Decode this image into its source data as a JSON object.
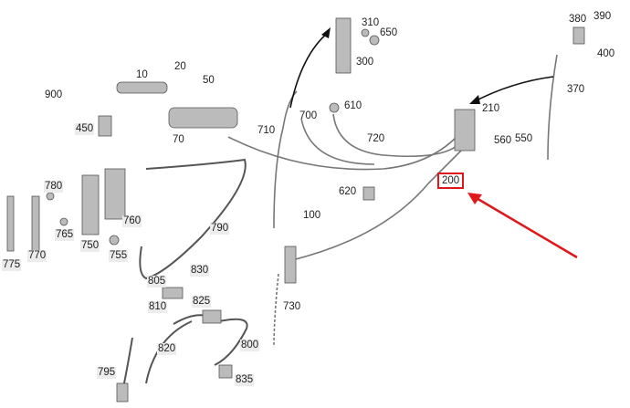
{
  "accent_color": "#e0161b",
  "highlighted_part": "200",
  "parts": [
    {
      "id": "900",
      "shaded": false
    },
    {
      "id": "450",
      "shaded": true
    },
    {
      "id": "10",
      "shaded": false
    },
    {
      "id": "20",
      "shaded": false
    },
    {
      "id": "50",
      "shaded": false
    },
    {
      "id": "70",
      "shaded": false
    },
    {
      "id": "310",
      "shaded": false
    },
    {
      "id": "650",
      "shaded": false
    },
    {
      "id": "300",
      "shaded": false
    },
    {
      "id": "710",
      "shaded": false
    },
    {
      "id": "700",
      "shaded": false
    },
    {
      "id": "610",
      "shaded": false
    },
    {
      "id": "720",
      "shaded": false
    },
    {
      "id": "380",
      "shaded": false
    },
    {
      "id": "390",
      "shaded": false
    },
    {
      "id": "400",
      "shaded": false
    },
    {
      "id": "370",
      "shaded": false
    },
    {
      "id": "210",
      "shaded": false
    },
    {
      "id": "560",
      "shaded": false
    },
    {
      "id": "550",
      "shaded": false
    },
    {
      "id": "200",
      "shaded": false
    },
    {
      "id": "620",
      "shaded": false
    },
    {
      "id": "100",
      "shaded": false
    },
    {
      "id": "780",
      "shaded": true
    },
    {
      "id": "770",
      "shaded": true
    },
    {
      "id": "775",
      "shaded": true
    },
    {
      "id": "765",
      "shaded": true
    },
    {
      "id": "750",
      "shaded": true
    },
    {
      "id": "760",
      "shaded": true
    },
    {
      "id": "755",
      "shaded": true
    },
    {
      "id": "790",
      "shaded": true
    },
    {
      "id": "830",
      "shaded": true
    },
    {
      "id": "805",
      "shaded": true
    },
    {
      "id": "810",
      "shaded": true
    },
    {
      "id": "825",
      "shaded": true
    },
    {
      "id": "730",
      "shaded": false
    },
    {
      "id": "820",
      "shaded": true
    },
    {
      "id": "800",
      "shaded": true
    },
    {
      "id": "795",
      "shaded": true
    },
    {
      "id": "835",
      "shaded": true
    }
  ]
}
